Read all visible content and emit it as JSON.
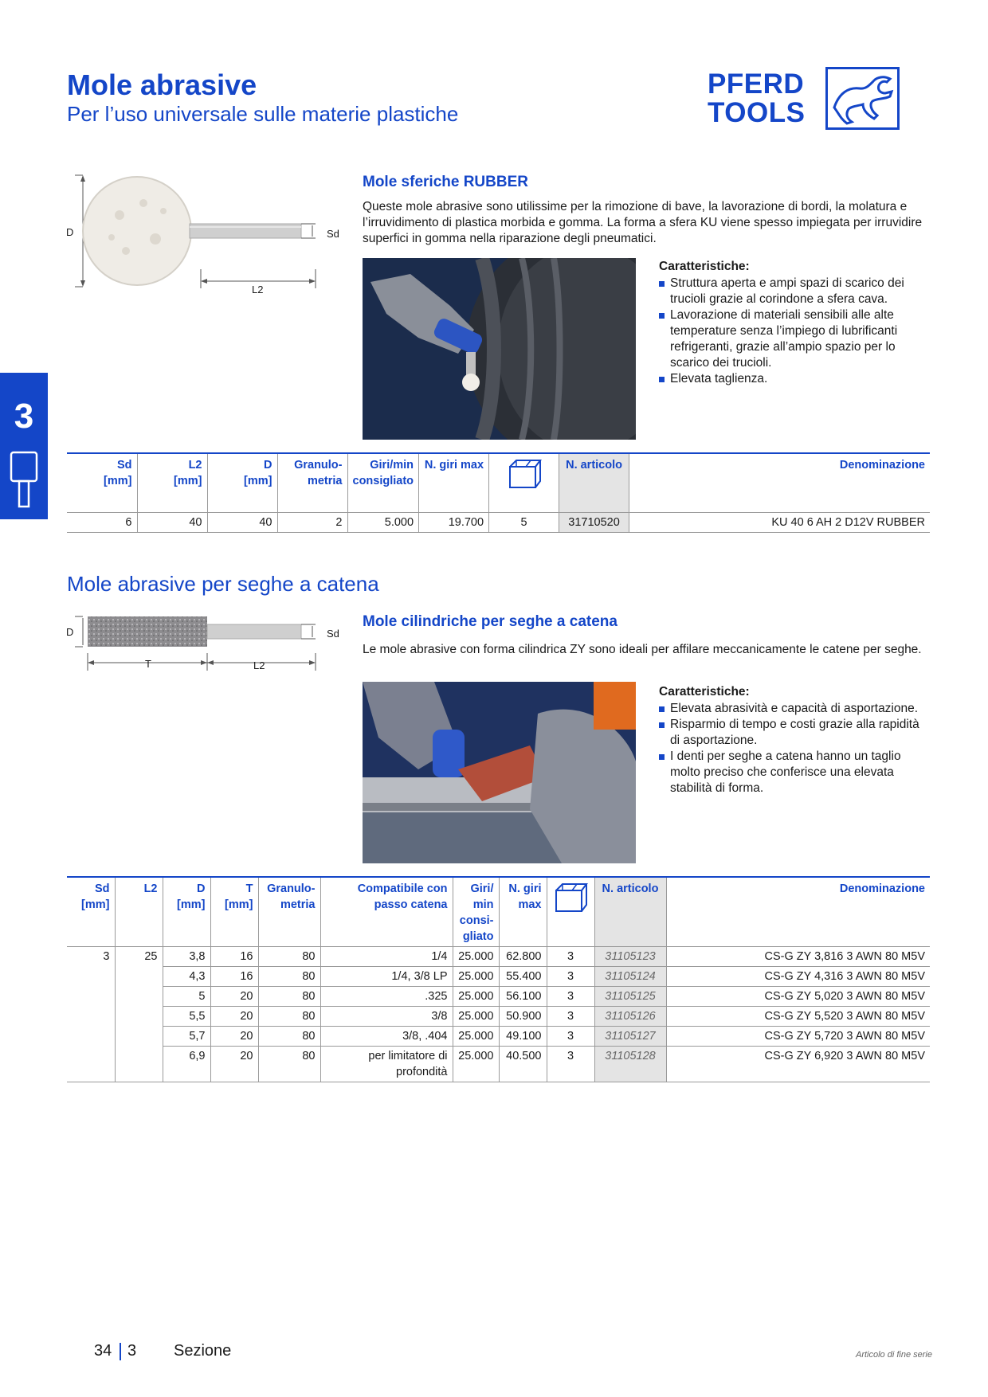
{
  "header": {
    "title": "Mole abrasive",
    "subtitle": "Per l’uso universale sulle materie plastiche",
    "logo_line1": "PFERD",
    "logo_line2": "TOOLS"
  },
  "side_tab": {
    "number": "3"
  },
  "section1": {
    "diagram_labels": {
      "d": "D",
      "sd": "Sd",
      "l2": "L2"
    },
    "title": "Mole sferiche RUBBER",
    "description": "Queste mole abrasive sono utilissime per la rimozione di bave, la lavorazione di bordi, la molatura e l’irruvidimento di plastica morbida e gomma. La forma a sfera KU viene spesso impiegata per irruvidire superfici in gomma nella riparazione degli pneumatici.",
    "features_title": "Caratteristiche:",
    "features": [
      "Struttura aperta e ampi spazi di scarico dei trucioli grazie al corindone a sfera cava.",
      "Lavorazione di materiali sensibili alle alte temperature senza l’impiego di lubrificanti refrigeranti, grazie all’ampio spazio per lo scarico dei trucioli.",
      "Elevata taglienza."
    ],
    "table": {
      "headers": [
        [
          "Sd",
          "[mm]"
        ],
        [
          "L2",
          "[mm]"
        ],
        [
          "D",
          "[mm]"
        ],
        [
          "Granulo-",
          "metria"
        ],
        [
          "Giri/min",
          "consigliato"
        ],
        [
          "N. giri max",
          ""
        ],
        [
          "",
          ""
        ],
        [
          "N. articolo",
          ""
        ],
        [
          "Denominazione",
          ""
        ]
      ],
      "rows": [
        [
          "6",
          "40",
          "40",
          "2",
          "5.000",
          "19.700",
          "5",
          "31710520",
          "KU 40 6 AH 2 D12V RUBBER"
        ]
      ]
    }
  },
  "section2": {
    "heading": "Mole abrasive per seghe a catena",
    "diagram_labels": {
      "d": "D",
      "sd": "Sd",
      "t": "T",
      "l2": "L2"
    },
    "title": "Mole cilindriche per seghe a catena",
    "description": "Le mole abrasive con forma cilindrica ZY sono ideali per affilare meccanicamente le catene per seghe.",
    "features_title": "Caratteristiche:",
    "features": [
      "Elevata abrasività e capacità di asportazione.",
      "Risparmio di tempo e costi grazie alla rapidità di asportazione.",
      "I denti per seghe a catena hanno un taglio molto preciso che conferisce una elevata stabilità di forma."
    ],
    "table": {
      "headers": [
        [
          "Sd",
          "[mm]"
        ],
        [
          "L2",
          ""
        ],
        [
          "D",
          "[mm]"
        ],
        [
          "T",
          "[mm]"
        ],
        [
          "Granulo-",
          "metria"
        ],
        [
          "Compatibile con",
          "passo catena"
        ],
        [
          "Giri/",
          "min consi- gliato"
        ],
        [
          "N. giri",
          "max"
        ],
        [
          "",
          ""
        ],
        [
          "N. articolo",
          ""
        ],
        [
          "Denominazione",
          ""
        ]
      ],
      "first_cols": {
        "sd": "3",
        "l2": "25"
      },
      "rows": [
        [
          "3,8",
          "16",
          "80",
          "1/4",
          "25.000",
          "62.800",
          "3",
          "31105123",
          "CS-G ZY 3,816 3 AWN 80 M5V"
        ],
        [
          "4,3",
          "16",
          "80",
          "1/4, 3/8 LP",
          "25.000",
          "55.400",
          "3",
          "31105124",
          "CS-G ZY 4,316 3 AWN 80 M5V"
        ],
        [
          "5",
          "20",
          "80",
          ".325",
          "25.000",
          "56.100",
          "3",
          "31105125",
          "CS-G ZY 5,020 3 AWN 80 M5V"
        ],
        [
          "5,5",
          "20",
          "80",
          "3/8",
          "25.000",
          "50.900",
          "3",
          "31105126",
          "CS-G ZY 5,520 3 AWN 80 M5V"
        ],
        [
          "5,7",
          "20",
          "80",
          "3/8, .404",
          "25.000",
          "49.100",
          "3",
          "31105127",
          "CS-G ZY 5,720 3 AWN 80 M5V"
        ],
        [
          "6,9",
          "20",
          "80",
          "per limitatore di profondità",
          "25.000",
          "40.500",
          "3",
          "31105128",
          "CS-G ZY 6,920 3 AWN 80 M5V"
        ]
      ]
    }
  },
  "footer": {
    "page": "34",
    "section_num": "3",
    "section_label": "Sezione",
    "note": "Articolo di fine serie"
  }
}
